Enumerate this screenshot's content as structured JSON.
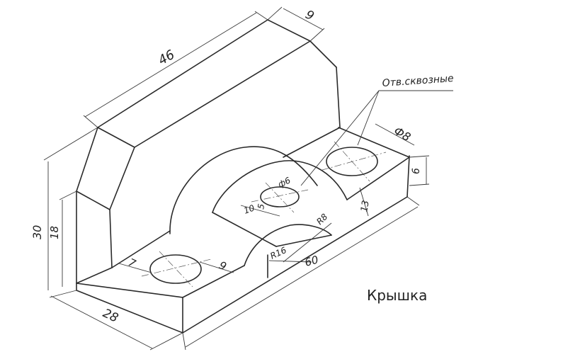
{
  "title": "Крышка",
  "dimensions": {
    "length": "46",
    "depth_top": "9",
    "height_total": "30",
    "height_lower": "18",
    "width": "28",
    "length_bottom": "60",
    "hole_offset_left": "7",
    "hole_offset_right": "9",
    "hole_diameter_large": "Ф8",
    "hole_diameter_small": "ф6",
    "slot_depth": "6",
    "dim_13": "13",
    "dim_10": "10",
    "dim_5": "5",
    "radius_outer": "R16",
    "radius_inner": "R8"
  },
  "note": "Отв.сквозные"
}
